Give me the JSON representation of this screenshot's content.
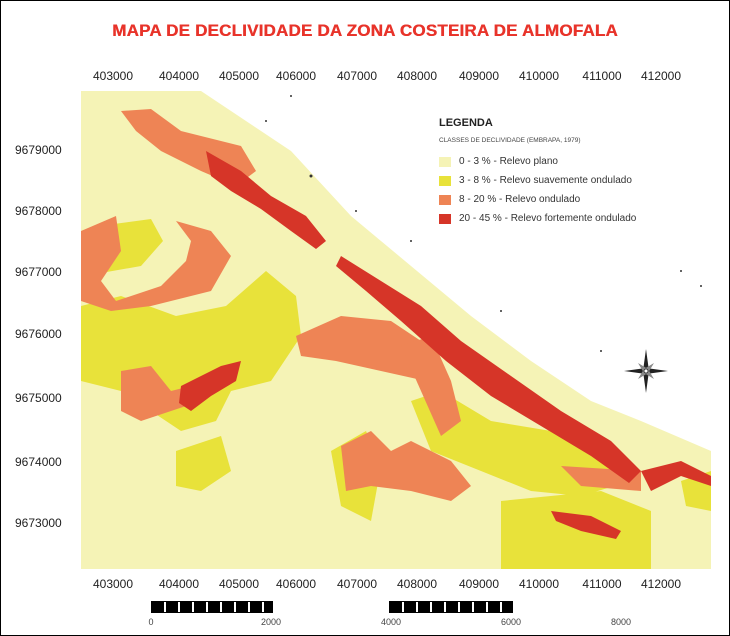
{
  "title": "MAPA DE DECLIVIDADE DA ZONA COSTEIRA DE ALMOFALA",
  "x_ticks": [
    "403000",
    "404000",
    "405000",
    "406000",
    "407000",
    "408000",
    "409000",
    "410000",
    "411000",
    "412000"
  ],
  "y_ticks": [
    "9679000",
    "9678000",
    "9677000",
    "9676000",
    "9675000",
    "9674000",
    "9673000"
  ],
  "legend": {
    "title": "LEGENDA",
    "subtitle": "CLASSES DE DECLIVIDADE (EMBRAPA, 1979)",
    "items": [
      {
        "label": "0 - 3 % - Relevo plano",
        "color": "#f5f3b6"
      },
      {
        "label": "3 - 8 % - Relevo suavemente ondulado",
        "color": "#e8e23a"
      },
      {
        "label": "8 - 20 % - Relevo ondulado",
        "color": "#ee8455"
      },
      {
        "label": "20 - 45 % - Relevo fortemente ondulado",
        "color": "#d63528"
      }
    ]
  },
  "scale_labels": [
    "0",
    "2000",
    "4000",
    "6000",
    "8000"
  ],
  "icons": {
    "north_arrow": "compass-rose-icon"
  }
}
